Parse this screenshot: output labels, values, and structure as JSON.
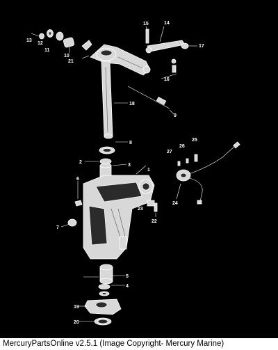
{
  "caption": "MercuryPartsOnline v2.5.1 (Image Copyright- Mercury Marine)",
  "callouts": [
    "1",
    "2",
    "3",
    "4",
    "5",
    "6",
    "7",
    "8",
    "9",
    "10",
    "11",
    "12",
    "13",
    "14",
    "15",
    "16",
    "17",
    "18",
    "19",
    "20",
    "21",
    "22",
    "23",
    "24",
    "25",
    "26",
    "27"
  ],
  "colors": {
    "background": "#000000",
    "line_art": "#ffffff",
    "caption_bg": "#ffffff",
    "caption_text": "#000000"
  }
}
